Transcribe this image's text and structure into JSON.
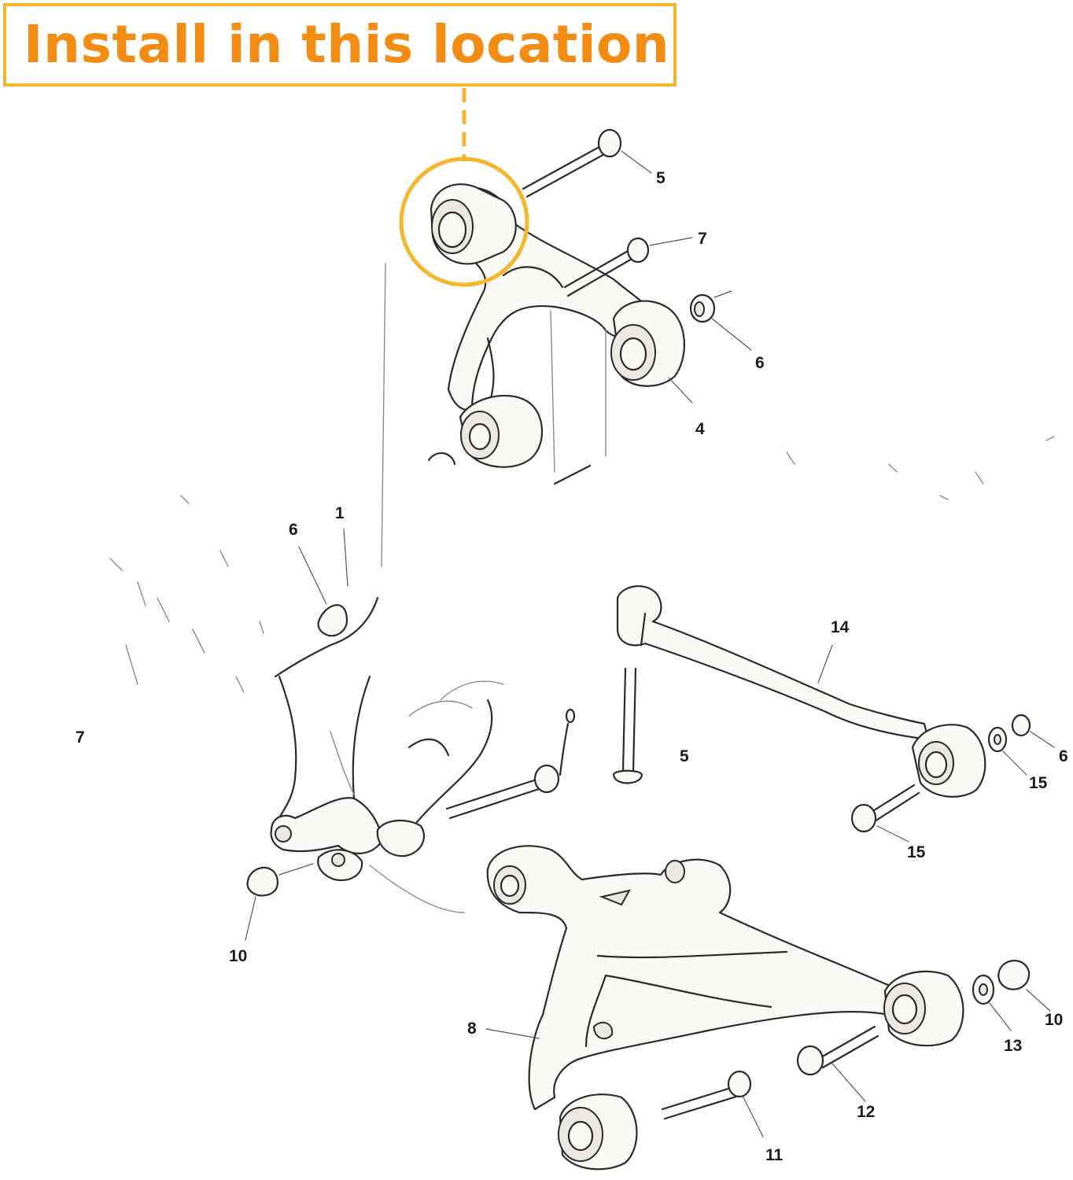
{
  "banner": {
    "text": "Install in this location"
  },
  "colors": {
    "highlight": "#f5b52c",
    "banner_text": "#f28c12"
  },
  "callouts": {
    "c5_top": "5",
    "c7_top": "7",
    "c6_right": "6",
    "c4": "4",
    "c6_left": "6",
    "c1": "1",
    "c7_left": "7",
    "c14": "14",
    "c5_mid": "5",
    "c6_far_right": "6",
    "c15_upper": "15",
    "c15_lower": "15",
    "c10_left": "10",
    "c8": "8",
    "c13": "13",
    "c10_right": "10",
    "c12": "12",
    "c11": "11"
  }
}
